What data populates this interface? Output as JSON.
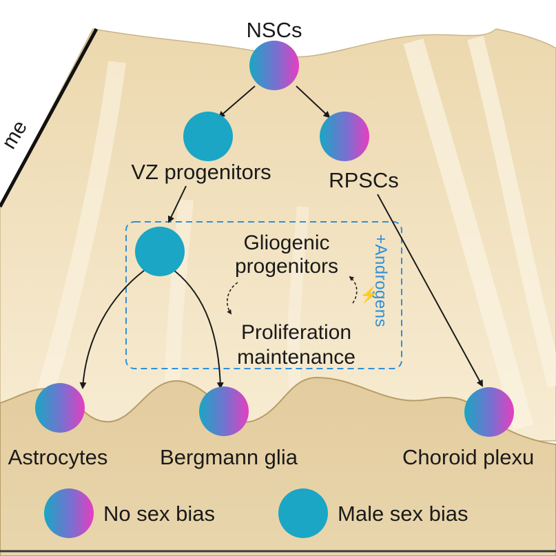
{
  "nodes": {
    "nscs": "NSCs",
    "vz_progenitors": "VZ progenitors",
    "rpscs": "RPSCs",
    "gliogenic_line1": "Gliogenic",
    "gliogenic_line2": "progenitors",
    "proliferation_line1": "Proliferation",
    "proliferation_line2": "maintenance",
    "astrocytes": "Astrocytes",
    "bergmann_glia": "Bergmann glia",
    "choroid_plexus": "Choroid plexu"
  },
  "modifier": "+Androgens",
  "axis_label": "me",
  "legend": {
    "no_sex_bias": "No sex bias",
    "male_sex_bias": "Male sex bias"
  },
  "colors": {
    "teal": "#1aa6c4",
    "magenta": "#d43cc6",
    "androgen_blue": "#2f8fd8",
    "landscape_light": "#f3e4c2",
    "landscape_dark": "#dcc597"
  },
  "icons": {
    "lightning": "lightning-icon",
    "cycle_arrows": "cycle-arrows-icon"
  }
}
